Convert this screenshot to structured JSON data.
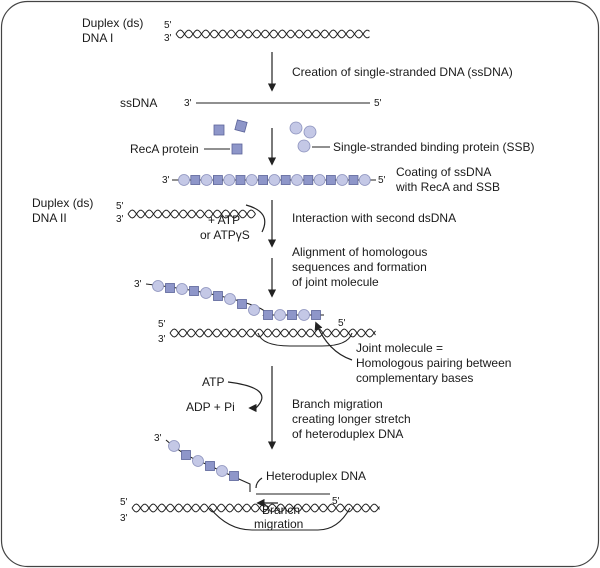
{
  "colors": {
    "reca": "#8e96c9",
    "reca_stroke": "#5c6499",
    "ssb": "#c4c8e6",
    "ssb_stroke": "#8c92bd",
    "line": "#222222",
    "frame": "#444444"
  },
  "labels": {
    "duplex1": [
      "Duplex (ds)",
      "DNA I"
    ],
    "step1": "Creation of single-stranded DNA (ssDNA)",
    "ssdna": "ssDNA",
    "reca": "RecA protein",
    "ssb": "Single-stranded binding protein (SSB)",
    "coating": [
      "Coating of ssDNA",
      "with RecA and SSB"
    ],
    "duplex2": [
      "Duplex (ds)",
      "DNA II"
    ],
    "atp1": [
      "+ ATP",
      "or ATPγS"
    ],
    "interaction": "Interaction with second dsDNA",
    "alignment": [
      "Alignment of homologous",
      "sequences and formation",
      "of joint molecule"
    ],
    "joint": [
      "Joint molecule =",
      "Homologous pairing between",
      "complementary bases"
    ],
    "atp2": "ATP",
    "adp": "ADP + Pi",
    "branch_step": [
      "Branch migration",
      "creating longer stretch",
      "of heteroduplex DNA"
    ],
    "heteroduplex": "Heteroduplex DNA",
    "branch_migration": [
      "Branch",
      "migration"
    ]
  },
  "ends": {
    "five": "5'",
    "three": "3'"
  }
}
